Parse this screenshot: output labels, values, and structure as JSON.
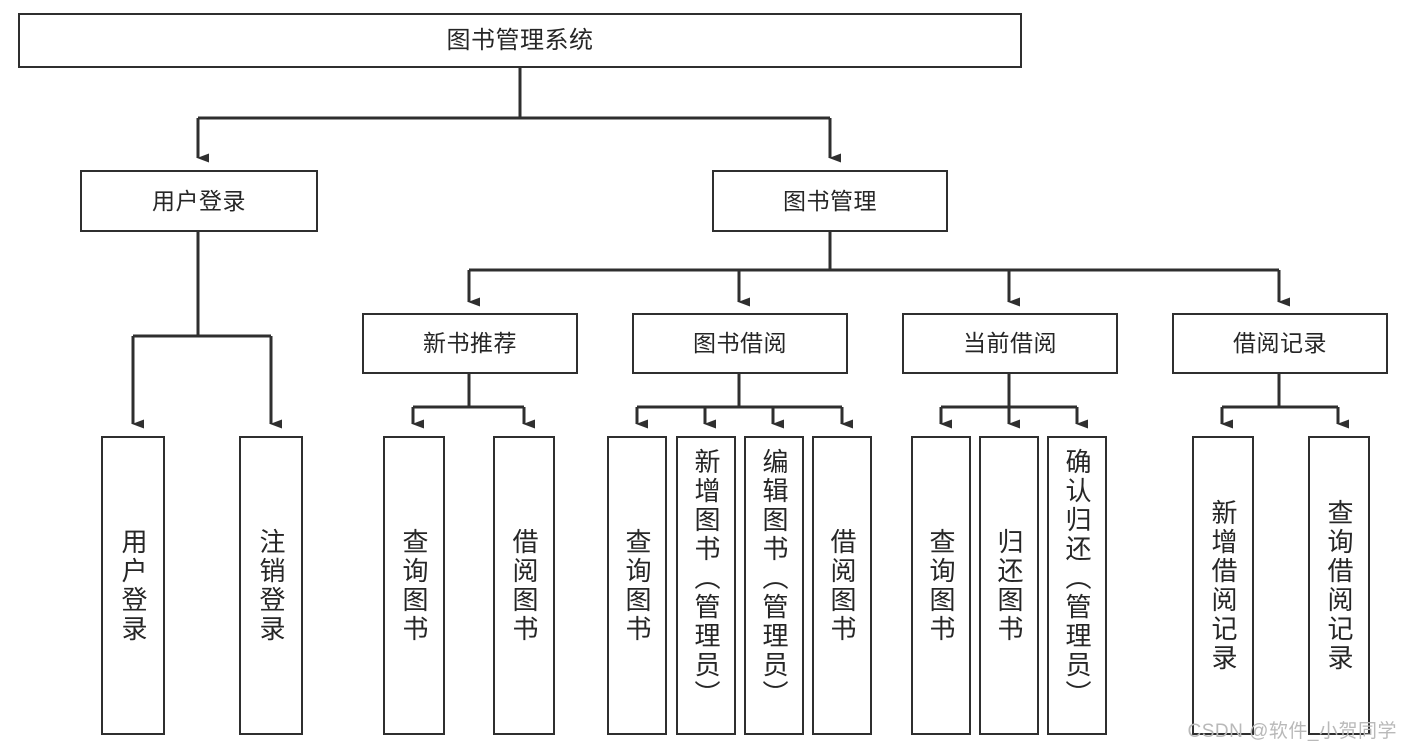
{
  "diagram": {
    "title": "图书管理系统",
    "type": "功能结构图",
    "watermark": "CSDN @软件_小贺同学",
    "colors": {
      "box_border": "#2f2f2f",
      "box_fill": "#ffffff",
      "connector": "#2f2f2f",
      "text": "#262626",
      "watermark": "#b9b9b9",
      "background": "#ffffff"
    },
    "nodes": {
      "root": {
        "label": "图书管理系统"
      },
      "level2": [
        {
          "label": "用户登录"
        },
        {
          "label": "图书管理"
        }
      ],
      "level3": [
        {
          "label": "新书推荐"
        },
        {
          "label": "图书借阅"
        },
        {
          "label": "当前借阅"
        },
        {
          "label": "借阅记录"
        }
      ],
      "leaves_user_login": [
        {
          "label": "用户登录"
        },
        {
          "label": "注销登录"
        }
      ],
      "leaves_new_book": [
        {
          "label": "查询图书"
        },
        {
          "label": "借阅图书"
        }
      ],
      "leaves_borrow": [
        {
          "label": "查询图书"
        },
        {
          "label": "新增图书（管理员）"
        },
        {
          "label": "编辑图书（管理员）"
        },
        {
          "label": "借阅图书"
        }
      ],
      "leaves_current": [
        {
          "label": "查询图书"
        },
        {
          "label": "归还图书"
        },
        {
          "label": "确认归还（管理员）"
        }
      ],
      "leaves_record": [
        {
          "label": "新增借阅记录"
        },
        {
          "label": "查询借阅记录"
        }
      ]
    }
  }
}
